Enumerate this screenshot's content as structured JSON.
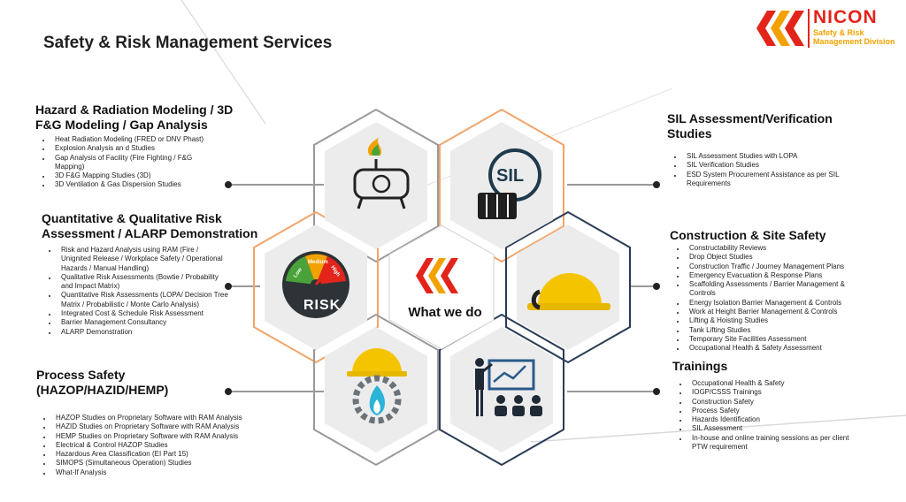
{
  "title": "Safety & Risk Management Services",
  "logo": {
    "name": "NICON",
    "sub_line1": "Safety & Risk",
    "sub_line2": "Management Division"
  },
  "center": {
    "label": "What we do",
    "risk_label": "RISK",
    "sil_label": "SIL",
    "gauge": {
      "low": "Low",
      "medium": "Medium",
      "high": "High"
    }
  },
  "colors": {
    "orange_hex": "#f2a46a",
    "navy_hex": "#2a3b55",
    "hex_fill": "#ececec",
    "yellow": "#f5c400",
    "red": "#e3241b"
  },
  "sections": {
    "hazard": {
      "title_line1": "Hazard & Radiation Modeling / 3D",
      "title_line2": "F&G Modeling / Gap Analysis",
      "items": [
        "Heat Radiation Modeling (FRED or DNV Phast)",
        "Explosion Analysis an d Studies",
        "Gap Analysis of Facility (Fire  Fighting / F&G Mapping)",
        "3D F&G Mapping Studies (3D)",
        "3D Ventilation & Gas Dispersion Studies"
      ]
    },
    "quant": {
      "title_line1": "Quantitative & Qualitative Risk",
      "title_line2": "Assessment / ALARP Demonstration",
      "items": [
        "Risk and Hazard Analysis using RAM (Fire / Unignited Release / Workplace Safety / Operational Hazards / Manual Handling)",
        "Qualitative Risk Assessments (Bowtie / Probability and Impact Matrix)",
        "Quantitative Risk Assessments (LOPA/ Decision Tree Matrix / Probabilistic / Monte Carlo Analysis)",
        "Integrated Cost & Schedule Risk Assessment",
        "Barrier Management Consultancy",
        "ALARP Demonstration"
      ]
    },
    "process": {
      "title_line1": "Process Safety",
      "title_line2": "(HAZOP/HAZID/HEMP)",
      "items": [
        "HAZOP Studies on Proprietary Software with RAM Analysis",
        "HAZID Studies on Proprietary Software with RAM Analysis",
        "HEMP Studies on Proprietary Software with RAM Analysis",
        "Electrical & Control HAZOP Studies",
        "Hazardous Area Classification (EI Part 15)",
        "SIMOPS (Simultaneous Operation) Studies",
        "What-If Analysis"
      ]
    },
    "sil": {
      "title_line1": "SIL Assessment/Verification",
      "title_line2": "Studies",
      "items": [
        "SIL Assessment Studies with LOPA",
        "SIL Verification Studies",
        "ESD System Procurement Assistance as per SIL Requirements"
      ]
    },
    "construction": {
      "title_line1": "Construction & Site Safety",
      "items": [
        "Constructability Reviews",
        "Drop Object Studies",
        "Construction Traffic / Journey Management Plans",
        "Emergency Evacuation & Response Plans",
        "Scaffolding Assessments / Barrier Management & Controls",
        "Energy Isolation Barrier Management & Controls",
        "Work at Height Barrier Management & Controls",
        "Lifting & Hoisting Studies",
        "Tank Lifting Studies",
        "Temporary Site Facilities Assessment",
        "Occupational Health & Safety Assessment"
      ]
    },
    "trainings": {
      "title_line1": "Trainings",
      "items": [
        "Occupational Health & Safety",
        "IOGP/CSSS Trainings",
        "Construction Safety",
        "Process Safety",
        "Hazards Identification",
        "SIL Assessment",
        "In-house and online training sessions as per client PTW requirement"
      ]
    }
  }
}
